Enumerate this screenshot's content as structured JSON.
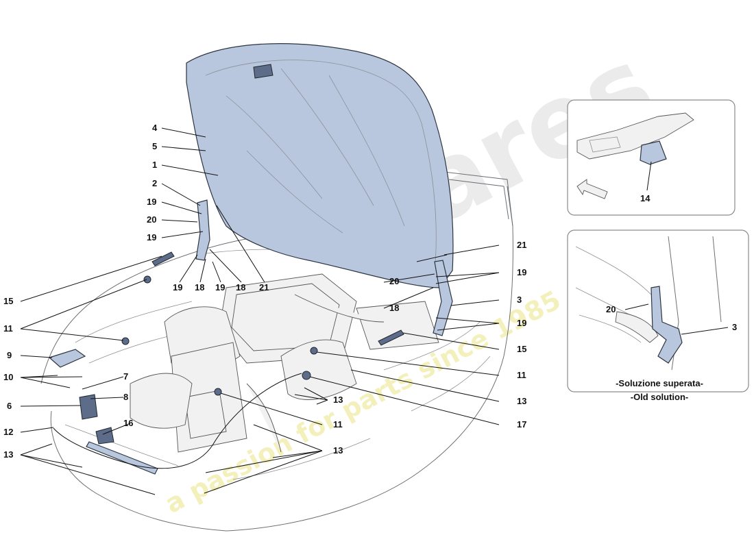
{
  "callouts": {
    "c1": "1",
    "c2": "2",
    "c3": "3",
    "c4": "4",
    "c5": "5",
    "c6": "6",
    "c7": "7",
    "c8": "8",
    "c9": "9",
    "c10": "10",
    "c11": "11",
    "c12": "12",
    "c13": "13",
    "c14": "14",
    "c15": "15",
    "c16": "16",
    "c17": "17",
    "c18": "18",
    "c19": "19",
    "c20": "20",
    "c21": "21"
  },
  "inset_old": {
    "caption_line1": "-Soluzione superata-",
    "caption_line2": "-Old solution-"
  },
  "watermark": {
    "brand": "ares",
    "tagline": "a passion for parts since 1985"
  },
  "colors": {
    "part_fill": "#b9c7de",
    "part_stroke": "#2b3440",
    "watermark_grey": "#e7e7e7",
    "watermark_yellow": "#f3efb4"
  }
}
